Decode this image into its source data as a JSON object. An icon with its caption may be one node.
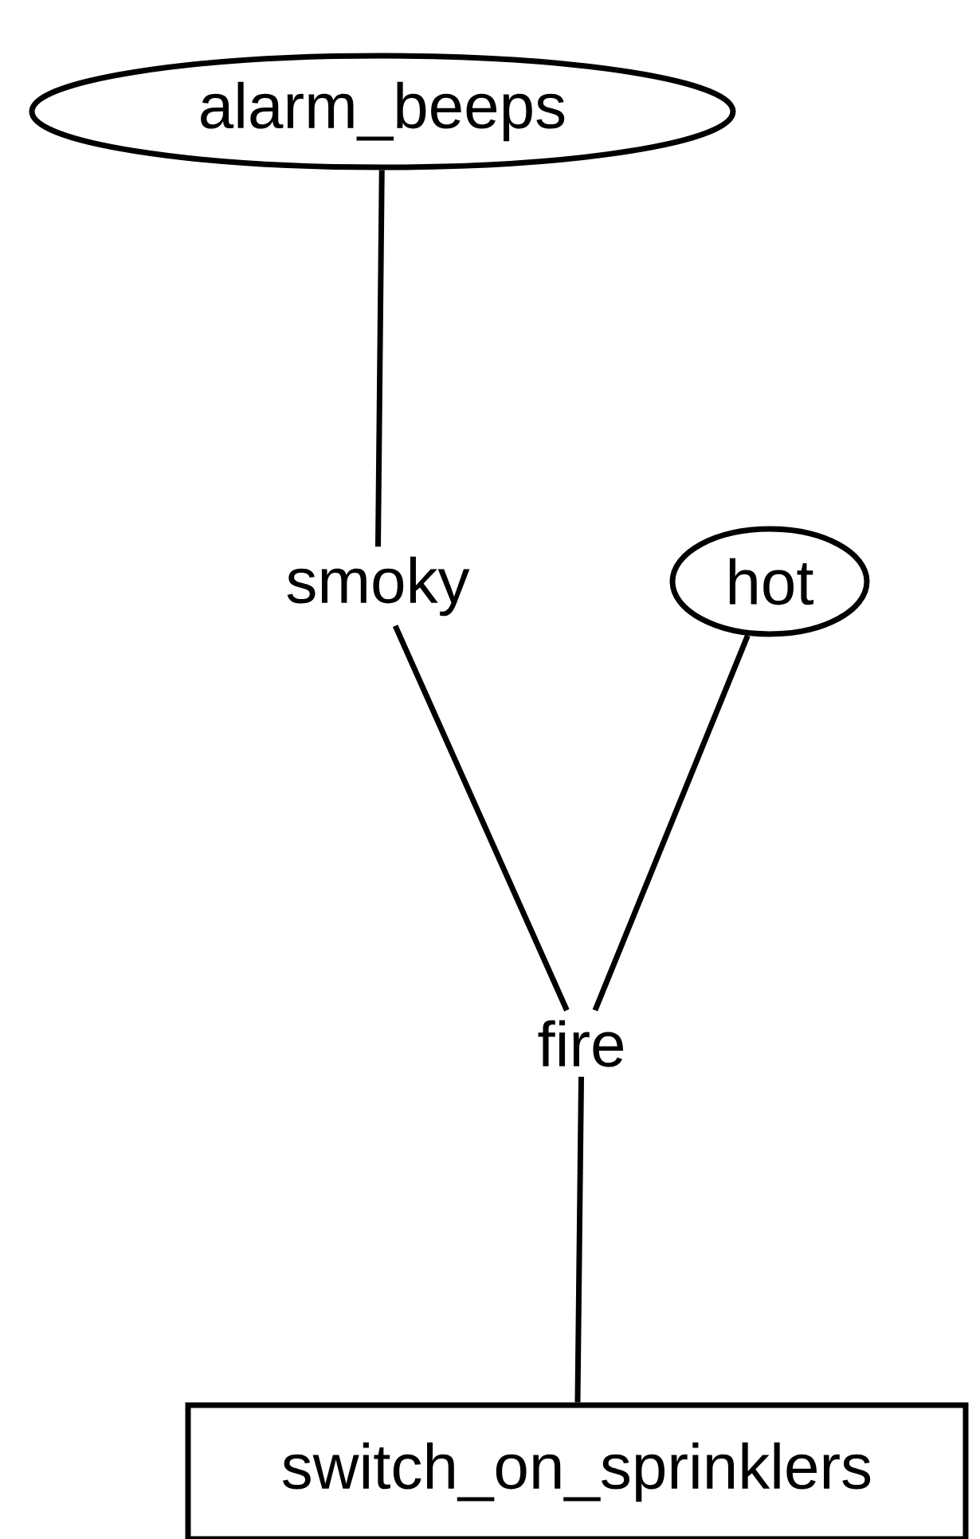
{
  "diagram": {
    "nodes": [
      {
        "text": [
          "alarm_beeps"
        ]
      },
      {
        "text": [
          "smoky"
        ]
      },
      {
        "text": [
          "hot"
        ]
      },
      {
        "text": [
          "fire"
        ]
      },
      {
        "text": [
          "switch_on_sprinklers"
        ]
      }
    ],
    "edges": [
      {
        "from": 0,
        "to": 1,
        "arrow": "none"
      },
      {
        "from": 1,
        "to": 3,
        "arrow": "none"
      },
      {
        "from": 2,
        "to": 3,
        "arrow": "none"
      },
      {
        "from": 3,
        "to": 4,
        "arrow": "none"
      }
    ]
  }
}
